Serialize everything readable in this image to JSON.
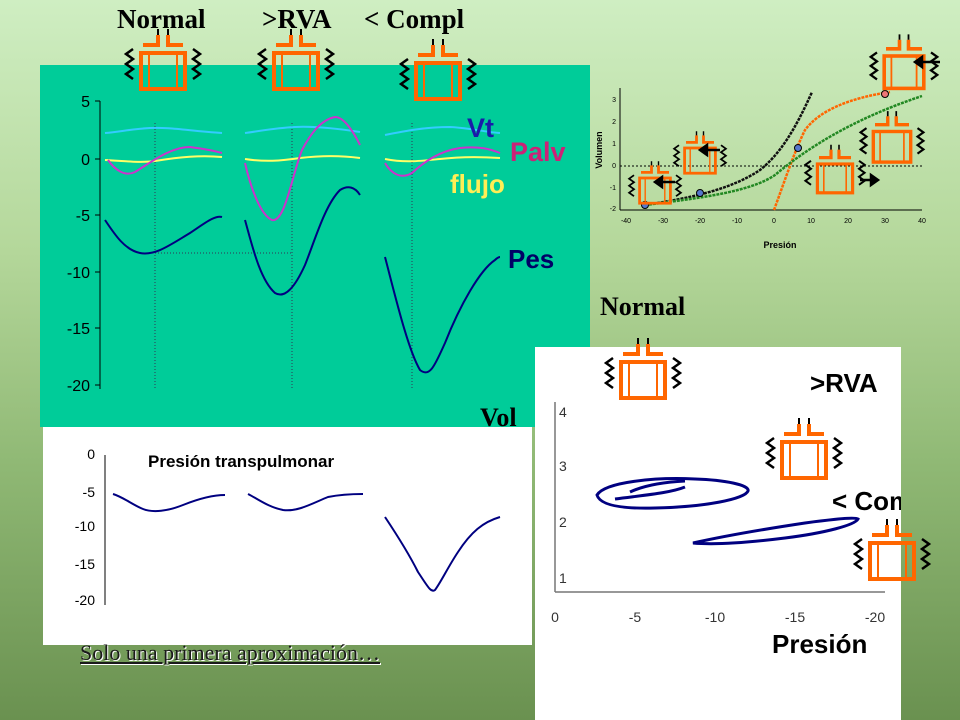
{
  "top_labels": {
    "normal": "Normal",
    "rva": ">RVA",
    "compl": "< Compl"
  },
  "main_chart": {
    "y_ticks": [
      "5",
      "0",
      "-5",
      "-10",
      "-15",
      "-20"
    ],
    "labels": {
      "vt": "Vt",
      "palv": "Palv",
      "flujo": "flujo",
      "pes": "Pes"
    },
    "colors": {
      "background": "#00cc99",
      "vt": "#33ccff",
      "palv": "#cc33cc",
      "flujo": "#ffff66",
      "pes": "#000080"
    }
  },
  "side_labels": {
    "vol": "Vol",
    "normal": "Normal",
    "rva": ">RVA",
    "compl": "< Compl",
    "presion": "Presión"
  },
  "tp_chart": {
    "title": "Presión transpulmonar",
    "y_ticks": [
      "0",
      "-5",
      "-10",
      "-15",
      "-20"
    ]
  },
  "pv_chart": {
    "y_ticks": [
      "4",
      "3",
      "2",
      "1"
    ],
    "x_ticks": [
      "0",
      "-5",
      "-10",
      "-15",
      "-20"
    ]
  },
  "compliance_chart": {
    "ylabel": "Volumen",
    "xlabel": "Presión",
    "y_ticks": [
      "3",
      "2",
      "1",
      "0",
      "-1",
      "-2"
    ],
    "x_ticks": [
      "-40",
      "-30",
      "-20",
      "-10",
      "0",
      "10",
      "20",
      "30",
      "40"
    ],
    "colors": {
      "black": "#111111",
      "orange": "#ff6600",
      "green": "#228822"
    }
  },
  "footnote": "Solo una primera aproximación…",
  "colors": {
    "label_blue": "#1a1aaa",
    "label_pink": "#cc2277",
    "label_yellow": "#ffee55",
    "bellows": "#ff6600"
  }
}
